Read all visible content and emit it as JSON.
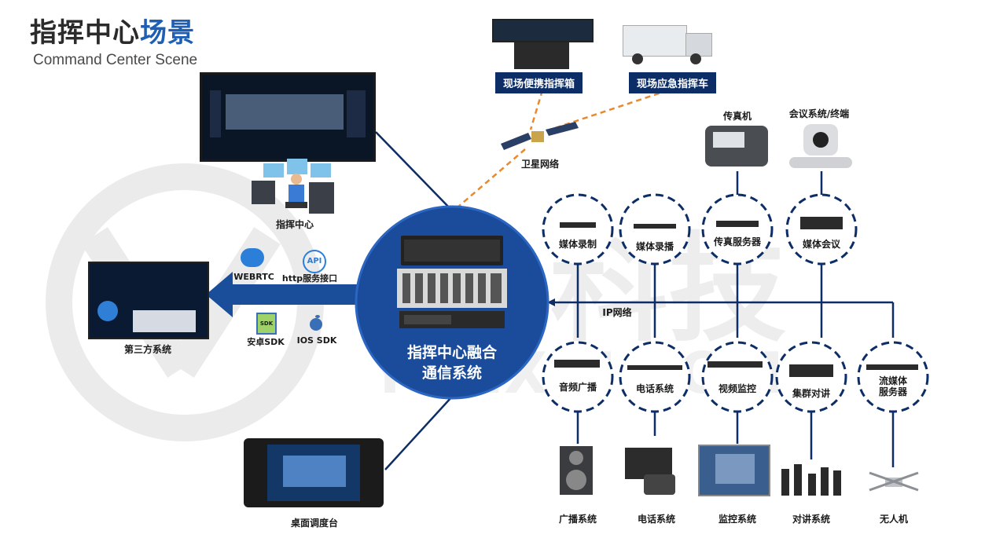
{
  "title": {
    "cn_part1": "指挥中心",
    "cn_part2": "场景",
    "en": "Command Center Scene"
  },
  "center": {
    "line1": "指挥中心融合",
    "line2": "通信系统"
  },
  "top_devices": {
    "portable": "现场便携指挥箱",
    "vehicle": "现场应急指挥车",
    "satellite": "卫星网络"
  },
  "left": {
    "command_center": "指挥中心",
    "third_party": "第三方系统",
    "desktop_console": "桌面调度台"
  },
  "interfaces": {
    "webrtc": "WEBRTC",
    "http": "http服务接口",
    "android": "安卓SDK",
    "ios": "IOS SDK",
    "sdk_badge": "SDK",
    "api_badge": "API"
  },
  "ip_network": "IP网络",
  "top_circles": [
    "媒体录制",
    "媒体录播",
    "传真服务器",
    "媒体会议"
  ],
  "top_endpoints": {
    "fax": "传真机",
    "conference": "会议系统/终端"
  },
  "bottom_circles": [
    "音频广播",
    "电话系统",
    "视频监控",
    "集群对讲",
    "流媒体\n服务器"
  ],
  "bottom_endpoints": [
    "广播系统",
    "电话系统",
    "监控系统",
    "对讲系统",
    "无人机"
  ],
  "colors": {
    "navy": "#0c2d66",
    "blue": "#1f5fb3",
    "orange": "#e8892b",
    "watermark": "#e6e6e6"
  }
}
